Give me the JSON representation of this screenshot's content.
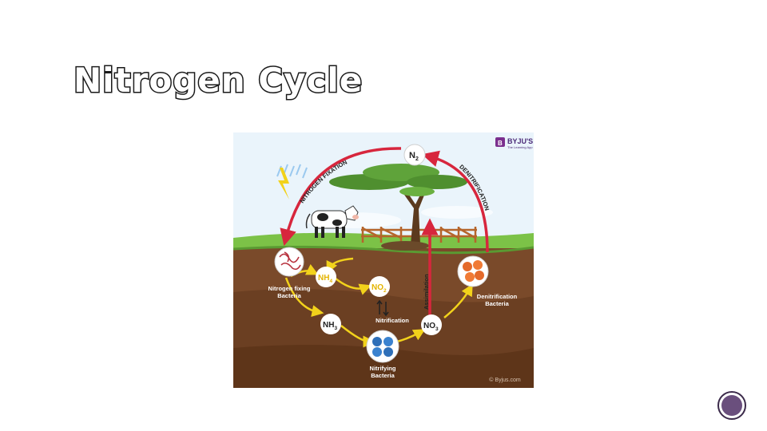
{
  "slide": {
    "title": "Nitrogen Cycle"
  },
  "diagram": {
    "brand": "BYJU'S",
    "brand_tagline": "The Learning App",
    "watermark": "© Byjus.com",
    "labels": {
      "n2": "N",
      "n2_sub": "2",
      "nitrogen_fixation": "NITROGEN FIXATION",
      "denitrification": "DENITRIFICATION",
      "assimilation": "Assimilation",
      "nh4": "NH",
      "nh4_sub": "4",
      "no2": "NO",
      "no2_sub": "2",
      "nh3": "NH",
      "nh3_sub": "3",
      "no3": "NO",
      "no3_sub": "3",
      "nitrification": "Nitrification",
      "nitrogen_fixing_bacteria_1": "Nitrogen fixing",
      "nitrogen_fixing_bacteria_2": "Bacteria",
      "denitrification_bacteria_1": "Denitrification",
      "denitrification_bacteria_2": "Bacteria",
      "nitrifying_bacteria_1": "Nitrifying",
      "nitrifying_bacteria_2": "Bacteria"
    },
    "colors": {
      "sky": "#eaf4fb",
      "grass": "#7cc247",
      "soil": "#7a4a2a",
      "soil_dark": "#5e3519",
      "cycle_arrow": "#d7263d",
      "soil_arrow": "#f2d21b",
      "compound_circle": "#ffffff",
      "highlight_text": "#e4b400"
    }
  }
}
